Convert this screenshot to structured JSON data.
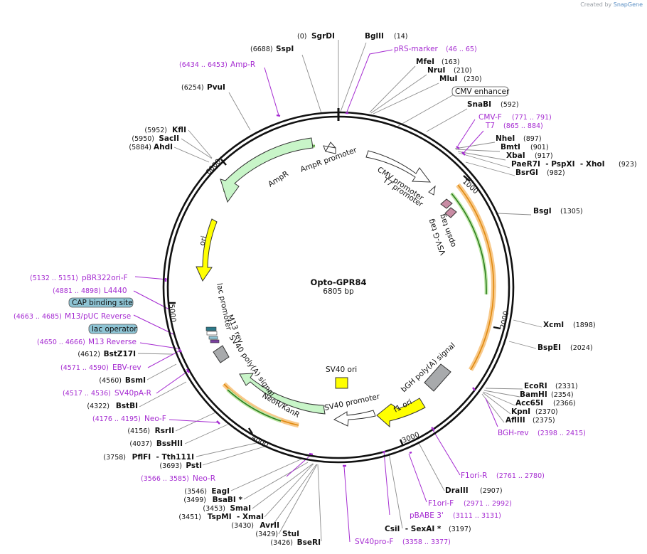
{
  "branding": {
    "created_by": "Created by",
    "app": "SnapGene"
  },
  "plasmid": {
    "name": "Opto-GPR84",
    "size": "6805 bp",
    "length": 6805
  },
  "colors": {
    "primer": "#a52bd1",
    "feature_green": "#c8f5c8",
    "feature_yellow": "#ffff00",
    "feature_gray": "#a8aaac",
    "feature_pink": "#c88ca4",
    "feature_blue": "#8ec4d4",
    "orange_band": "#f5a623",
    "green_band": "#3fa02b"
  },
  "ticks": [
    {
      "label": "1000",
      "bp": 1000
    },
    {
      "label": "2000",
      "bp": 2000
    },
    {
      "label": "3000",
      "bp": 3000
    },
    {
      "label": "4000",
      "bp": 4000
    },
    {
      "label": "5000",
      "bp": 5000
    },
    {
      "label": "6000",
      "bp": 6000
    }
  ],
  "features": [
    {
      "name": "AmpR promoter",
      "label": "AmpR promoter",
      "shape": "arrow-ccw",
      "fill": "#ffffff"
    },
    {
      "name": "AmpR",
      "label": "AmpR",
      "shape": "arrow-ccw",
      "fill": "#c8f5c8"
    },
    {
      "name": "ori",
      "label": "ori",
      "shape": "arrow-ccw",
      "fill": "#ffff00"
    },
    {
      "name": "CMV promoter",
      "label": "CMV promoter",
      "shape": "arrow-cw",
      "fill": "#ffffff"
    },
    {
      "name": "T7 promoter",
      "label": "T7 promoter",
      "shape": "arrow-cw",
      "fill": "#ffffff"
    },
    {
      "name": "opsin tag",
      "label": "opsin tag",
      "shape": "box",
      "fill": "#c88ca4"
    },
    {
      "name": "VSV-G tag",
      "label": "VSV-G tag",
      "shape": "box",
      "fill": "#c88ca4"
    },
    {
      "name": "bGH poly(A) signal",
      "label": "bGH poly(A) signal",
      "shape": "box",
      "fill": "#a8aaac"
    },
    {
      "name": "f1 ori",
      "label": "f1 ori",
      "shape": "arrow-ccw",
      "fill": "#ffff00"
    },
    {
      "name": "SV40 promoter",
      "label": "SV40 promoter",
      "shape": "arrow-ccw",
      "fill": "#ffffff"
    },
    {
      "name": "SV40 ori",
      "label": "SV40 ori",
      "shape": "box",
      "fill": "#ffff00"
    },
    {
      "name": "NeoR/KanR",
      "label": "NeoR/KanR",
      "shape": "arrow-ccw",
      "fill": "#c8f5c8"
    },
    {
      "name": "SV40 poly(A) signal",
      "label": "SV40 poly(A) signal",
      "shape": "box",
      "fill": "#a8aaac"
    },
    {
      "name": "M13 rev",
      "label": "M13 rev",
      "shape": "box",
      "fill": "#ffffff"
    },
    {
      "name": "lac promoter",
      "label": "lac promoter",
      "shape": "box",
      "fill": "#ffffff"
    }
  ],
  "boxed_labels": [
    {
      "name": "CMV enhancer",
      "label": "CMV enhancer",
      "fill": "#ffffff"
    },
    {
      "name": "CAP binding site",
      "label": "CAP binding site",
      "fill": "#8ec4d4"
    },
    {
      "name": "lac operator",
      "label": "lac operator",
      "fill": "#8ec4d4"
    }
  ],
  "enzymes_top": [
    {
      "pos": "(0)",
      "name": "SgrDI"
    },
    {
      "pos": "(14)",
      "name": "BglII"
    },
    {
      "pos": "(6688)",
      "name": "SspI"
    },
    {
      "pos": "(6254)",
      "name": "PvuI"
    },
    {
      "pos": "(163)",
      "name": "MfeI"
    },
    {
      "pos": "(210)",
      "name": "NruI"
    },
    {
      "pos": "(230)",
      "name": "MluI"
    },
    {
      "pos": "(592)",
      "name": "SnaBI"
    }
  ],
  "enzymes_right": [
    {
      "pos": "(897)",
      "name": "NheI"
    },
    {
      "pos": "(901)",
      "name": "BmtI"
    },
    {
      "pos": "(917)",
      "name": "XbaI"
    },
    {
      "pos": "(923)",
      "name": "PaeR7I  - PspXI  - XhoI"
    },
    {
      "pos": "(982)",
      "name": "BsrGI"
    },
    {
      "pos": "(1305)",
      "name": "BsgI"
    },
    {
      "pos": "(1898)",
      "name": "XcmI"
    },
    {
      "pos": "(2024)",
      "name": "BspEI"
    },
    {
      "pos": "(2331)",
      "name": "EcoRI"
    },
    {
      "pos": "(2354)",
      "name": "BamHI"
    },
    {
      "pos": "(2366)",
      "name": "Acc65I"
    },
    {
      "pos": "(2370)",
      "name": "KpnI"
    },
    {
      "pos": "(2375)",
      "name": "AflIII"
    },
    {
      "pos": "(2907)",
      "name": "DraIII"
    },
    {
      "pos": "(3197)",
      "name": "CsiI  - SexAI *"
    }
  ],
  "enzymes_left": [
    {
      "pos": "(5952)",
      "name": "KflI"
    },
    {
      "pos": "(5950)",
      "name": "SacII"
    },
    {
      "pos": "(5884)",
      "name": "AhdI"
    },
    {
      "pos": "(4612)",
      "name": "BstZ17I"
    },
    {
      "pos": "(4560)",
      "name": "BsmI"
    },
    {
      "pos": "(4322)",
      "name": "BstBI"
    },
    {
      "pos": "(4156)",
      "name": "RsrII"
    },
    {
      "pos": "(4037)",
      "name": "BssHII"
    },
    {
      "pos": "(3758)",
      "name": "PflFI  - Tth111I"
    },
    {
      "pos": "(3693)",
      "name": "PstI"
    },
    {
      "pos": "(3546)",
      "name": "EagI"
    },
    {
      "pos": "(3499)",
      "name": "BsaBI *"
    },
    {
      "pos": "(3453)",
      "name": "SmaI"
    },
    {
      "pos": "(3451)",
      "name": "TspMI  - XmaI"
    },
    {
      "pos": "(3430)",
      "name": "AvrII"
    },
    {
      "pos": "(3429)",
      "name": "StuI"
    },
    {
      "pos": "(3426)",
      "name": "BseRI"
    }
  ],
  "primers": [
    {
      "name": "pRS-marker",
      "range": "(46 .. 65)"
    },
    {
      "name": "Amp-R",
      "range": "(6434 .. 6453)"
    },
    {
      "name": "CMV-F",
      "range": "(771 .. 791)"
    },
    {
      "name": "T7",
      "range": "(865 .. 884)"
    },
    {
      "name": "BGH-rev",
      "range": "(2398 .. 2415)"
    },
    {
      "name": "F1ori-R",
      "range": "(2761 .. 2780)"
    },
    {
      "name": "F1ori-F",
      "range": "(2971 .. 2992)"
    },
    {
      "name": "pBABE 3'",
      "range": "(3111 .. 3131)"
    },
    {
      "name": "SV40pro-F",
      "range": "(3358 .. 3377)"
    },
    {
      "name": "Neo-R",
      "range": "(3566 .. 3585)"
    },
    {
      "name": "Neo-F",
      "range": "(4176 .. 4195)"
    },
    {
      "name": "SV40pA-R",
      "range": "(4517 .. 4536)"
    },
    {
      "name": "EBV-rev",
      "range": "(4571 .. 4590)"
    },
    {
      "name": "M13 Reverse",
      "range": "(4650 .. 4666)"
    },
    {
      "name": "M13/pUC Reverse",
      "range": "(4663 .. 4685)"
    },
    {
      "name": "L4440",
      "range": "(4881 .. 4898)"
    },
    {
      "name": "pBR322ori-F",
      "range": "(5132 .. 5151)"
    }
  ]
}
